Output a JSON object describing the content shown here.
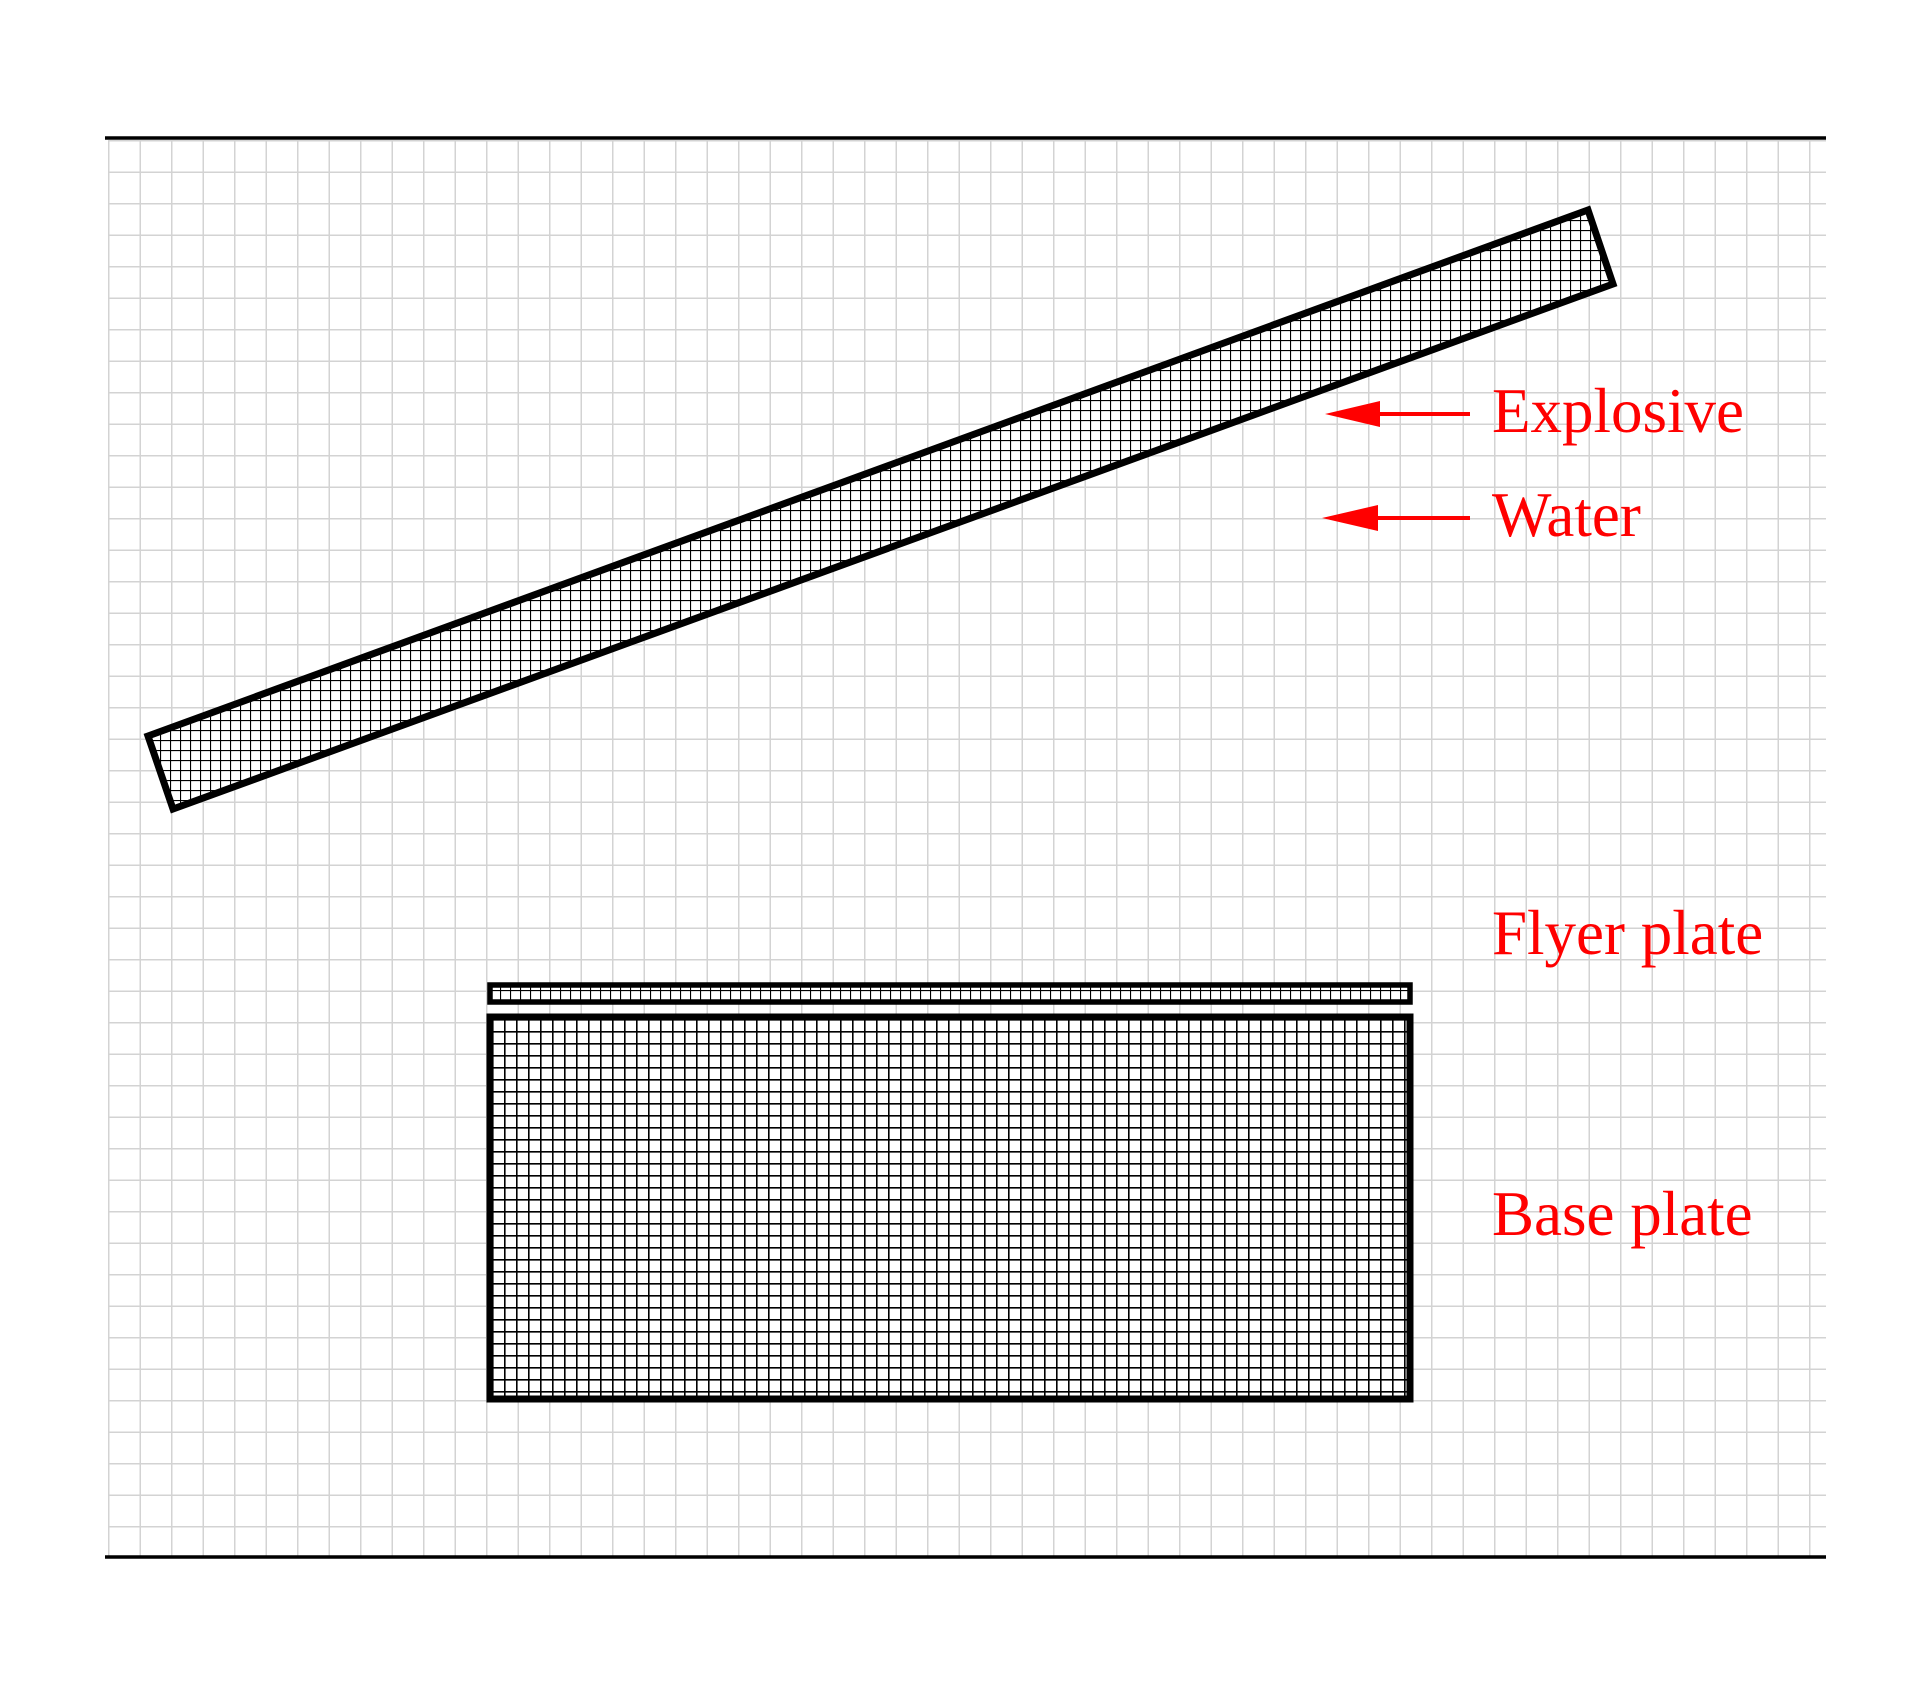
{
  "labels": {
    "explosive": "Explosive",
    "water": "Water",
    "flyer_plate": "Flyer plate",
    "base_plate": "Base plate"
  },
  "colors": {
    "label": "#ff0000",
    "outline": "#000000",
    "background_grid": "#d3d3d3",
    "mesh": "#000000",
    "background": "#ffffff"
  },
  "components": [
    {
      "name": "explosive-layer",
      "label_key": "explosive",
      "has_arrow": true
    },
    {
      "name": "water-layer",
      "label_key": "water",
      "has_arrow": true
    },
    {
      "name": "flyer-plate",
      "label_key": "flyer_plate",
      "has_arrow": false
    },
    {
      "name": "base-plate",
      "label_key": "base_plate",
      "has_arrow": false
    }
  ]
}
